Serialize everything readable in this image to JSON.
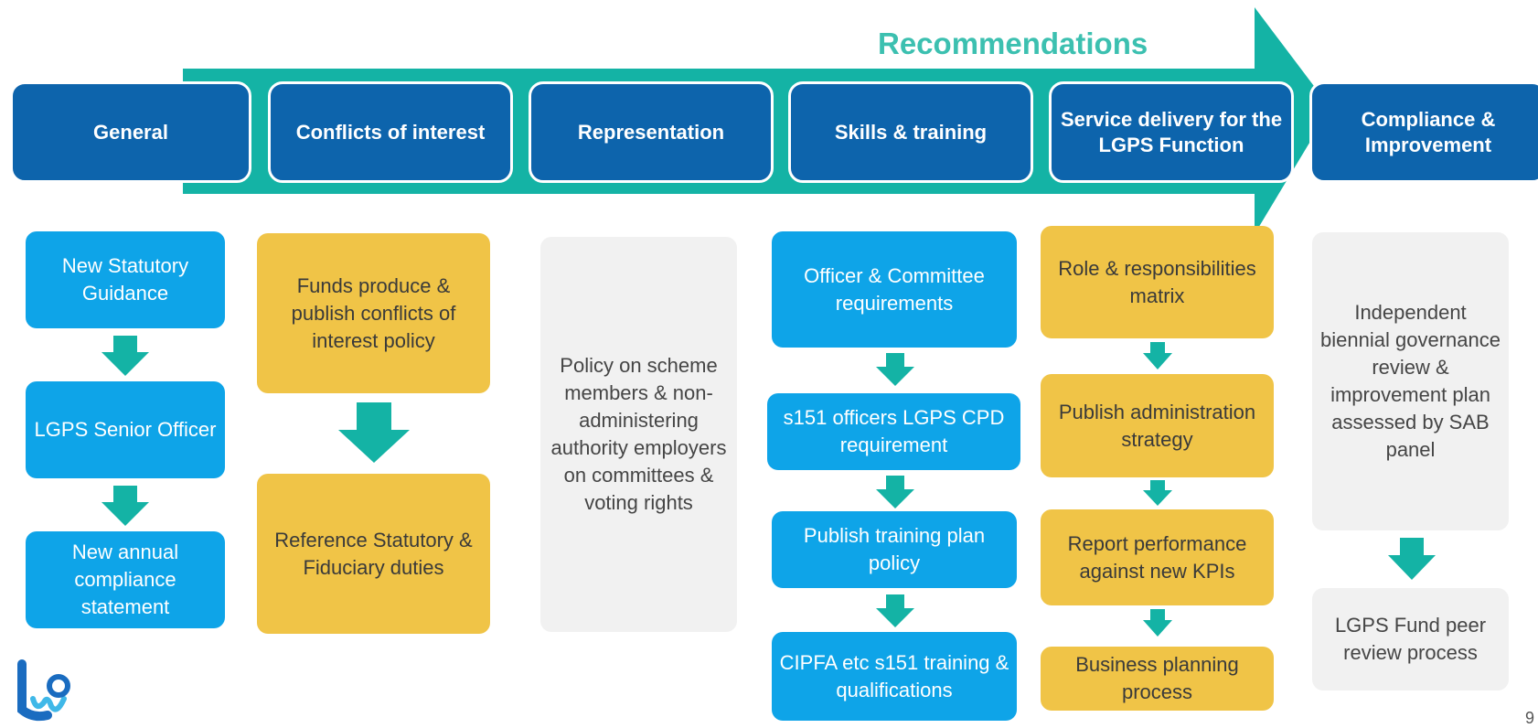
{
  "title": "Recommendations",
  "colors": {
    "arrow_teal": "#14b3a5",
    "header_blue": "#0d64ac",
    "card_blue": "#0ea4e8",
    "card_yellow": "#f0c447",
    "card_grey": "#f1f1f1"
  },
  "columns": [
    {
      "header": "General",
      "items": [
        "New Statutory Guidance",
        "LGPS Senior Officer",
        "New annual compliance statement"
      ]
    },
    {
      "header": "Conflicts of interest",
      "items": [
        "Funds produce & publish conflicts of interest policy",
        "Reference Statutory & Fiduciary duties"
      ]
    },
    {
      "header": "Representation",
      "items": [
        "Policy on scheme members & non-administering authority employers on committees & voting rights"
      ]
    },
    {
      "header": "Skills & training",
      "items": [
        "Officer & Committee requirements",
        "s151 officers LGPS CPD requirement",
        "Publish training plan policy",
        "CIPFA etc s151 training & qualifications"
      ]
    },
    {
      "header": "Service delivery for the LGPS Function",
      "items": [
        "Role & responsibilities matrix",
        "Publish administration strategy",
        "Report performance against new KPIs",
        "Business planning process"
      ]
    },
    {
      "header": "Compliance & Improvement",
      "items": [
        "Independent biennial governance review & improvement plan assessed by SAB panel",
        "LGPS Fund peer review process"
      ]
    }
  ],
  "page_number": "9"
}
